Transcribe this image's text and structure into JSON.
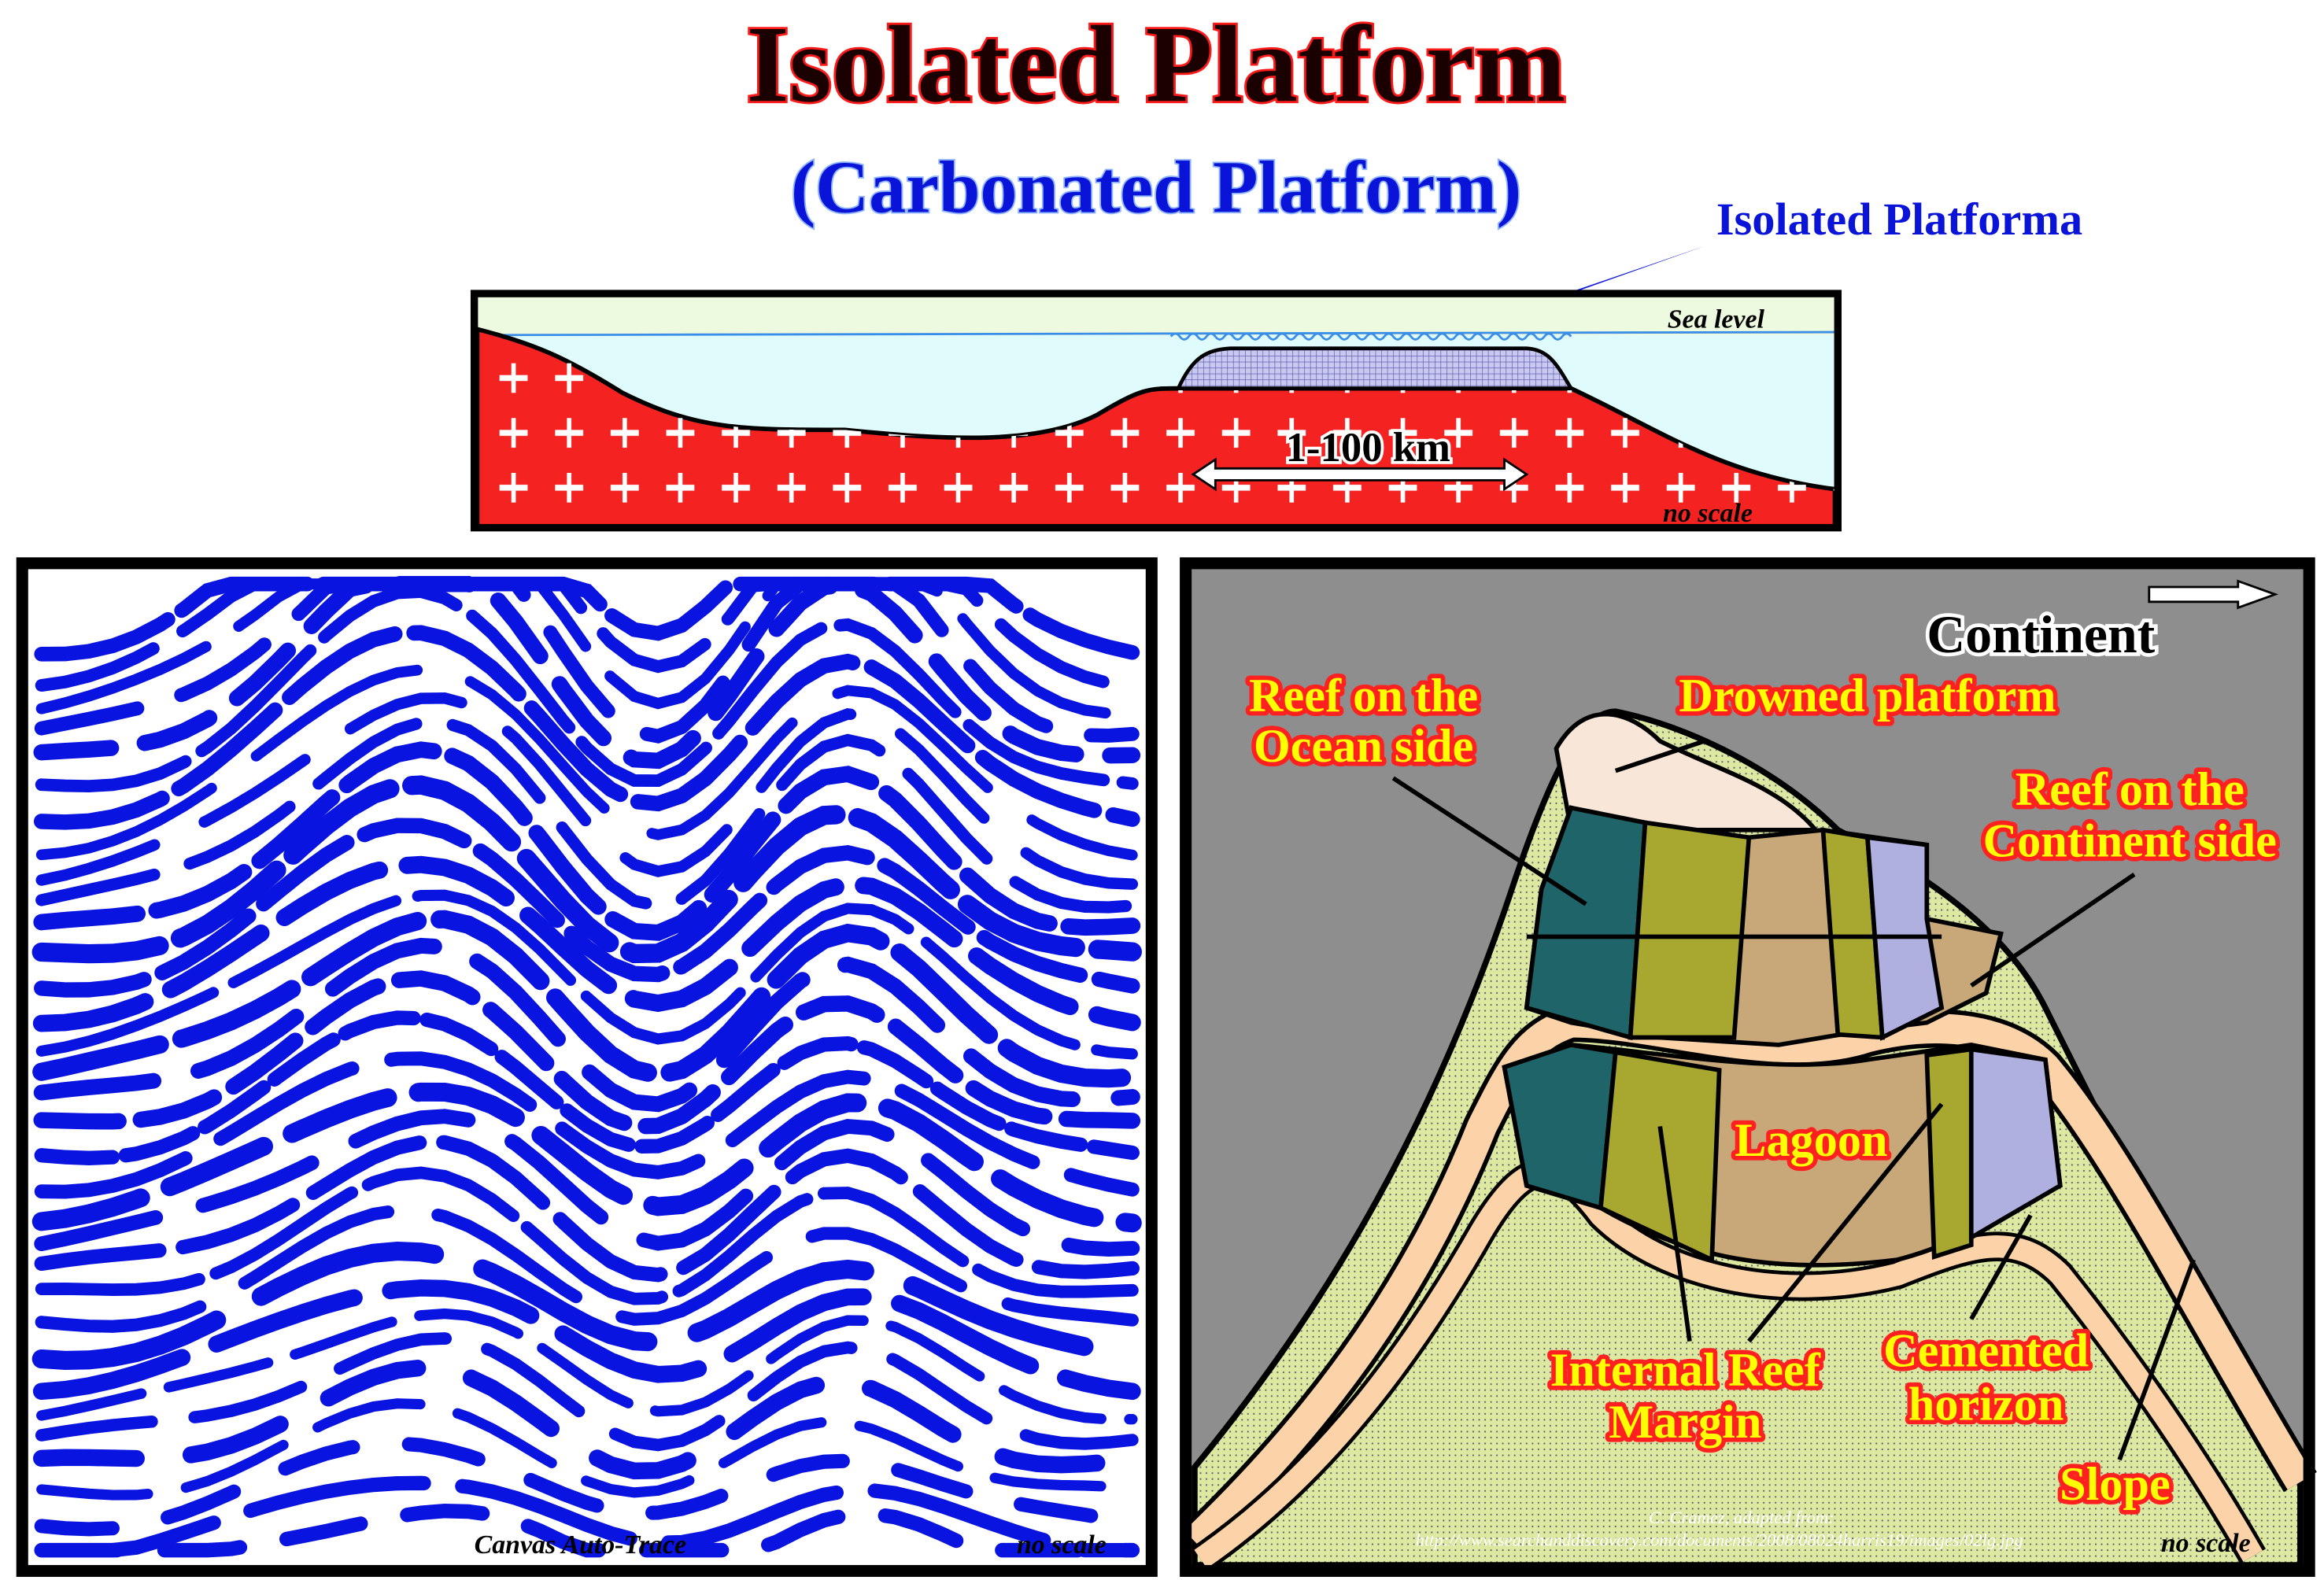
{
  "title": "Isolated Platform",
  "subtitle": "(Carbonated Platform)",
  "callout": "Isolated Platforma",
  "top_diagram": {
    "sea_level": "Sea level",
    "scale_bar": "1-100 km",
    "no_scale": "no scale"
  },
  "left_panel": {
    "caption": "Canvas Auto-Trace",
    "no_scale": "no scale"
  },
  "right_panel": {
    "continent": "Continent",
    "labels": {
      "reef_ocean_1": "Reef on the",
      "reef_ocean_2": "Ocean side",
      "drowned": "Drowned platform",
      "reef_cont_1": "Reef on the",
      "reef_cont_2": "Continent side",
      "lagoon": "Lagoon",
      "internal_1": "Internal Reef",
      "internal_2": "Margin",
      "cemented_1": "Cemented",
      "cemented_2": "horizon",
      "slope": "Slope"
    },
    "credit_1": "C. Cramez, adapted from:",
    "credit_2": "http://www.searchanddiscovery.com/documents/2008/08024harris19/images/02lg.jpg",
    "no_scale": "no scale"
  },
  "colors": {
    "basement": "#f52222",
    "water": "#e0fbfb",
    "sky": "#eefadf",
    "seismic": "#0a14e0",
    "panel_gray": "#8e8e8e"
  }
}
